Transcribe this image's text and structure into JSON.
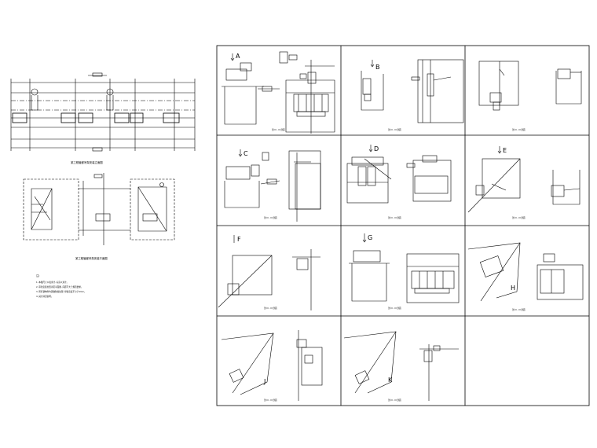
{
  "drawing": {
    "panels": [
      {
        "letter": "A",
        "caption": "剖 III - III 剖面"
      },
      {
        "letter": "B",
        "caption": "剖 III - III 剖面"
      },
      {
        "letter": "",
        "caption": "剖 III - III 剖面"
      },
      {
        "letter": "C",
        "caption": "剖 III - III 剖面"
      },
      {
        "letter": "D",
        "caption": "剖 III - III 剖面"
      },
      {
        "letter": "E",
        "caption": "剖 III - III 剖面"
      },
      {
        "letter": "F",
        "caption": "剖 III - III 剖面"
      },
      {
        "letter": "G",
        "caption": "剖 III - III 剖面"
      },
      {
        "letter": "H",
        "caption": "剖 III - III 剖面"
      },
      {
        "letter": "J",
        "caption": "剖 III - III 剖面"
      },
      {
        "letter": "K",
        "caption": "剖 III - III 剖面"
      }
    ],
    "left_elevation_caption": "某工程管廊吊架安装立面图",
    "left_plan_caption": "某工程管廊吊架安装平面图",
    "notes": [
      "注:",
      "1. 本图尺寸以毫米计, 标高以米计。",
      "2. 吊架安装位置详见平面图, 间距不大于规范要求。",
      "3. 所有钢构件均需做防腐处理, 焊缝高度不小于6mm。",
      "4. 其余详见说明。"
    ]
  }
}
